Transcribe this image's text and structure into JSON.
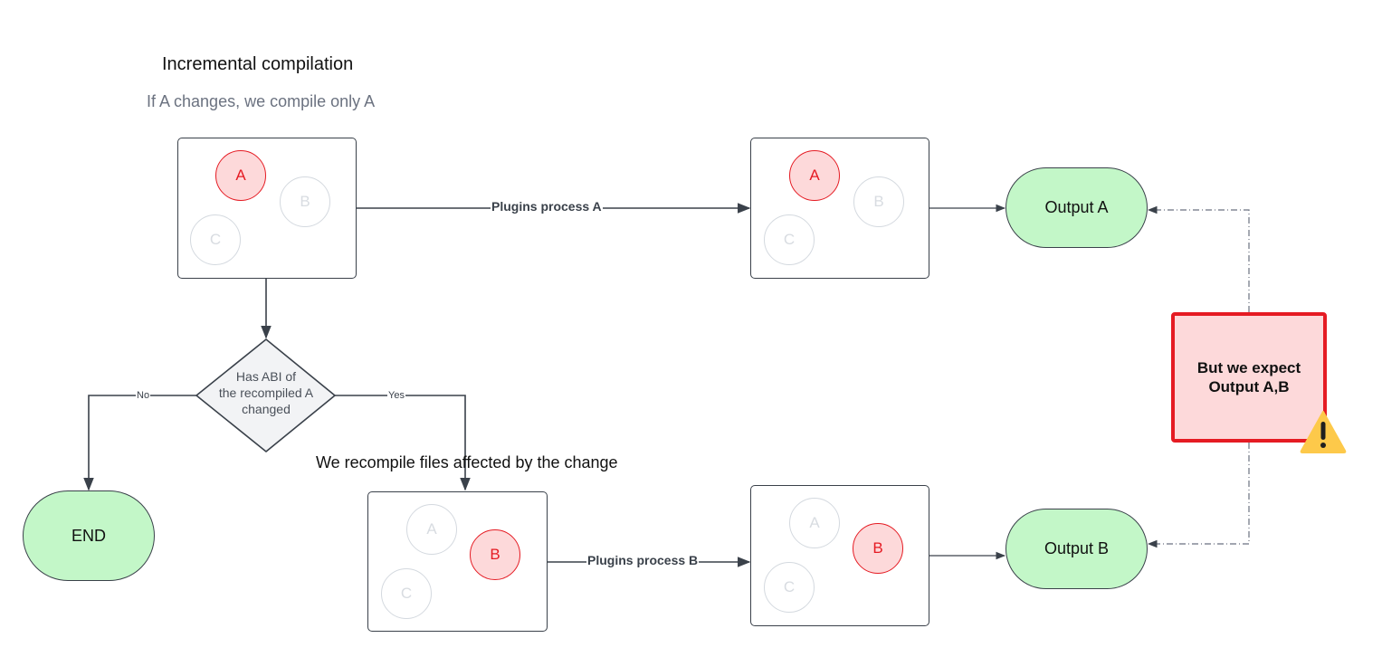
{
  "diagram": {
    "title": "Incremental compilation",
    "subtitle": "If A changes, we compile only A",
    "source_container": {
      "circles": [
        {
          "label": "A",
          "state": "changed"
        },
        {
          "label": "B",
          "state": "unchanged"
        },
        {
          "label": "C",
          "state": "unchanged"
        }
      ]
    },
    "processed_a_container": {
      "circles": [
        {
          "label": "A",
          "state": "changed"
        },
        {
          "label": "B",
          "state": "unchanged"
        },
        {
          "label": "C",
          "state": "unchanged"
        }
      ]
    },
    "recompiled_container": {
      "circles": [
        {
          "label": "A",
          "state": "unchanged"
        },
        {
          "label": "B",
          "state": "changed"
        },
        {
          "label": "C",
          "state": "unchanged"
        }
      ]
    },
    "processed_b_container": {
      "circles": [
        {
          "label": "A",
          "state": "unchanged"
        },
        {
          "label": "B",
          "state": "changed"
        },
        {
          "label": "C",
          "state": "unchanged"
        }
      ]
    },
    "edges": {
      "plugins_a": "Plugins process A",
      "plugins_b": "Plugins process B",
      "no": "No",
      "yes": "Yes"
    },
    "decision": {
      "line1": "Has ABI of",
      "line2": "the recompiled A",
      "line3": "changed"
    },
    "recompile_note": "We recompile files affected by the change",
    "end_label": "END",
    "output_a": "Output A",
    "output_b": "Output B",
    "warning_note": {
      "line1": "But we expect",
      "line2": "Output A,B",
      "icon": "warning-icon"
    },
    "colors": {
      "changed_fill": "#fdd9da",
      "changed_stroke": "#e51b23",
      "unchanged_stroke": "#d4d9df",
      "terminal_fill": "#c3f7c8",
      "decision_fill": "#f2f3f5",
      "line": "#3a414a",
      "warning_yellow": "#fdc94a"
    }
  }
}
